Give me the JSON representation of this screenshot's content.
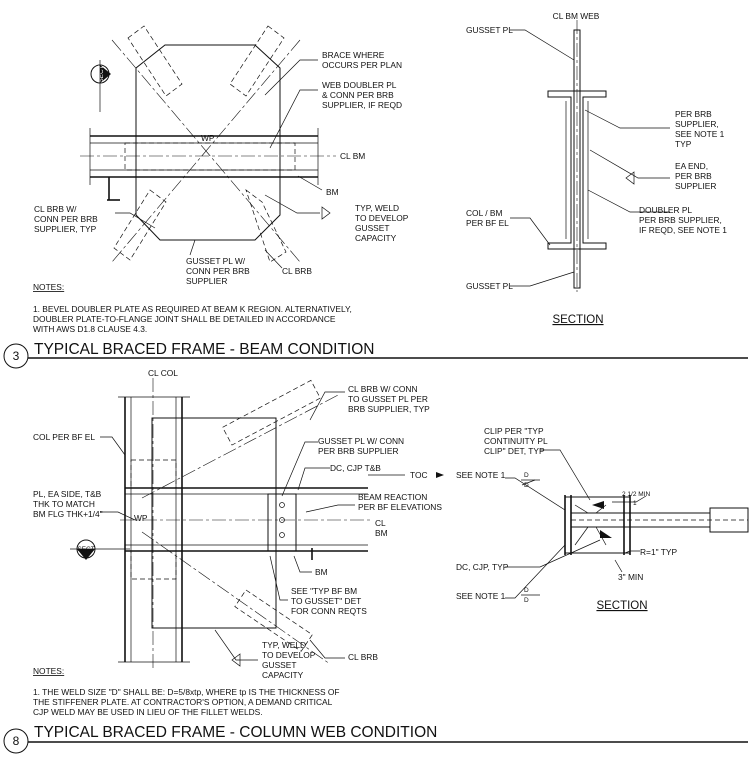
{
  "detail_3": {
    "number": "3",
    "title": "TYPICAL BRACED FRAME - BEAM CONDITION",
    "labels": {
      "brace_where": [
        "BRACE WHERE",
        "OCCURS PER PLAN"
      ],
      "web_doubler": [
        "WEB DOUBLER PL",
        "& CONN PER BRB",
        "SUPPLIER, IF REQD"
      ],
      "cl_bm": "CL BM",
      "bm": "BM",
      "typ_weld": [
        "TYP, WELD",
        "TO DEVELOP",
        "GUSSET",
        "CAPACITY"
      ],
      "cl_brb_conn": [
        "CL BRB W/",
        "CONN PER BRB",
        "SUPPLIER, TYP"
      ],
      "gusset_pl_conn": [
        "GUSSET PL W/",
        "CONN PER BRB",
        "SUPPLIER"
      ],
      "cl_brb": "CL BRB",
      "wp": "WP",
      "sect_tag": "SECT"
    },
    "section": {
      "title": "SECTION",
      "labels": {
        "cl_bm_web": "CL BM WEB",
        "gusset_pl_top": "GUSSET PL",
        "per_brb": [
          "PER BRB",
          "SUPPLIER,",
          "SEE NOTE 1",
          "TYP"
        ],
        "ea_end": [
          "EA END,",
          "PER BRB",
          "SUPPLIER"
        ],
        "doubler_pl": [
          "DOUBLER PL",
          "PER BRB SUPPLIER,",
          "IF REQD, SEE NOTE 1"
        ],
        "col_bm": [
          "COL / BM",
          "PER BF EL"
        ],
        "gusset_pl_bottom": "GUSSET PL"
      }
    },
    "notes_heading": "NOTES:",
    "notes": [
      "1.  BEVEL DOUBLER PLATE AS REQUIRED AT BEAM K REGION. ALTERNATIVELY,",
      "     DOUBLER PLATE-TO-FLANGE JOINT SHALL BE DETAILED IN ACCORDANCE",
      "     WITH AWS D1.8 CLAUSE 4.3."
    ]
  },
  "detail_8": {
    "number": "8",
    "title": "TYPICAL BRACED FRAME - COLUMN  WEB CONDITION",
    "labels": {
      "cl_col": "CL COL",
      "col_per_bf": "COL PER BF EL",
      "cl_brb_conn": [
        "CL BRB W/ CONN",
        "TO GUSSET PL PER",
        "BRB SUPPLIER, TYP"
      ],
      "gusset_pl_conn": [
        "GUSSET PL W/ CONN",
        "PER BRB SUPPLIER"
      ],
      "dc_cjp": "DC, CJP T&B",
      "toc": "TOC",
      "pl_ea_side": [
        "PL, EA SIDE, T&B",
        "THK TO MATCH",
        "BM FLG THK+1/4\""
      ],
      "beam_reaction": [
        "BEAM REACTION",
        "PER BF ELEVATIONS"
      ],
      "cl": "CL",
      "bm_right": "BM",
      "wp": "WP",
      "bm_bottom": "BM",
      "see_typ": [
        "SEE \"TYP BF BM",
        "TO GUSSET\" DET",
        "FOR CONN REQTS"
      ],
      "typ_weld": [
        "TYP, WELD",
        "TO DEVELOP",
        "GUSSET",
        "CAPACITY"
      ],
      "cl_brb": "CL BRB",
      "sect_tag": "SECT"
    },
    "section": {
      "title": "SECTION",
      "labels": {
        "clip": [
          "CLIP PER \"TYP",
          "CONTINUITY PL",
          "CLIP\" DET, TYP"
        ],
        "see_note_top": "SEE NOTE 1",
        "d_top": [
          "D",
          "D"
        ],
        "dim_212": "2 1/2 MIN",
        "dim_1": "1",
        "r1": "R=1\" TYP",
        "dc_cjp": "DC, CJP, TYP",
        "min3": "3\" MIN",
        "see_note_bottom": "SEE NOTE 1",
        "d_bottom": [
          "D",
          "D"
        ]
      }
    },
    "notes_heading": "NOTES:",
    "notes": [
      "1.  THE WELD SIZE \"D\" SHALL BE: D=5/8xtp, WHERE tp IS THE THICKNESS OF",
      "     THE STIFFENER PLATE. AT CONTRACTOR'S OPTION, A DEMAND CRITICAL",
      "     CJP WELD MAY BE USED IN LIEU OF THE FILLET WELDS."
    ]
  }
}
